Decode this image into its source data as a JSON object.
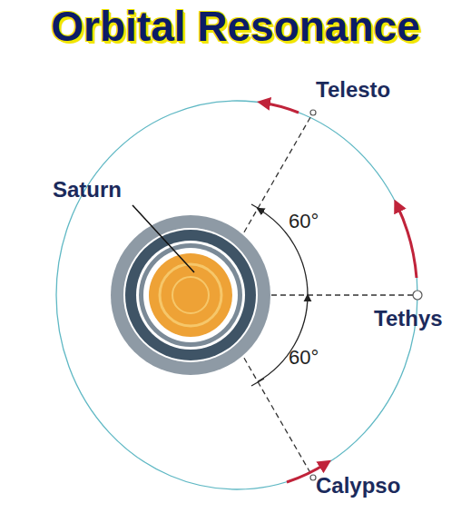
{
  "diagram": {
    "title": "Orbital Resonance",
    "labels": [
      "Telesto",
      "Saturn",
      "60°",
      "Tethys",
      "60°",
      "Calypso"
    ]
  }
}
